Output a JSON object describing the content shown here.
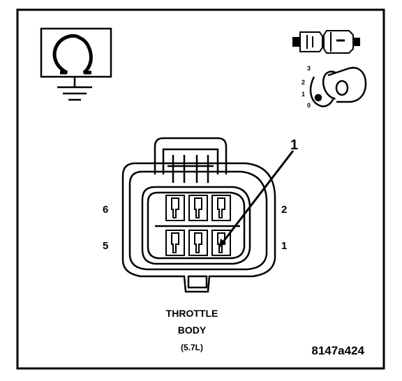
{
  "connector": {
    "name_line1": "THROTTLE",
    "name_line2": "BODY",
    "variant": "(5.7L)"
  },
  "pins": {
    "pin6": "6",
    "pin5": "5",
    "pin2": "2",
    "pin1": "1"
  },
  "callout": {
    "number": "1"
  },
  "ohmmeter": {
    "icon": "ohmmeter-icon"
  },
  "connector_disconnect": {
    "icon": "connector-disconnected-icon"
  },
  "ignition": {
    "icon": "ignition-key-icon",
    "positions": [
      "3",
      "2",
      "1",
      "0"
    ]
  },
  "figure_id": "8147a424",
  "colors": {
    "line": "#000000",
    "background": "#ffffff"
  }
}
